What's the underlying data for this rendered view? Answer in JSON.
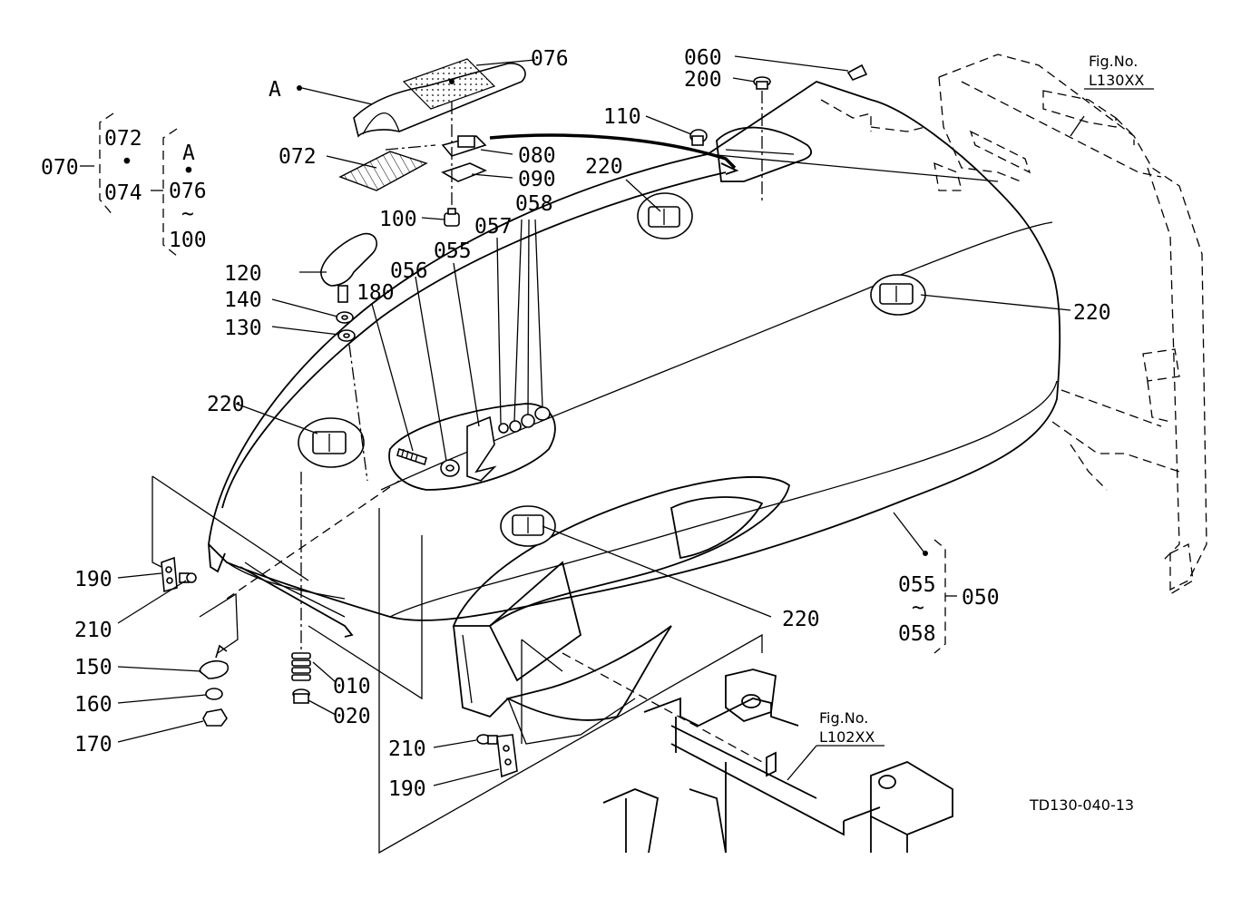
{
  "drawing_code": "TD130-040-13",
  "fig_refs": {
    "top_right": {
      "line1": "Fig.No.",
      "line2": "L130XX"
    },
    "bottom": {
      "line1": "Fig.No.",
      "line2": "L102XX"
    }
  },
  "group_070": {
    "main": "070",
    "sub_a": "072",
    "sub_dot": "•",
    "sub_b": "074",
    "right_a": "A",
    "right_dot": "•",
    "right_b": "076",
    "right_tilde": "~",
    "right_c": "100"
  },
  "group_050": {
    "main": "050",
    "from": "055",
    "tilde": "~",
    "to": "058"
  },
  "ref_a": "A",
  "labels": {
    "p076": "076",
    "p072": "072",
    "p080": "080",
    "p090": "090",
    "p100": "100",
    "p060": "060",
    "p200": "200",
    "p110": "110",
    "p220_top": "220",
    "p220_right": "220",
    "p220_left": "220",
    "p220_bottom": "220",
    "p057": "057",
    "p058": "058",
    "p055": "055",
    "p056": "056",
    "p180": "180",
    "p120": "120",
    "p140": "140",
    "p130": "130",
    "p190_left": "190",
    "p210_left": "210",
    "p150": "150",
    "p160": "160",
    "p170": "170",
    "p010": "010",
    "p020": "020",
    "p210_bottom": "210",
    "p190_bottom": "190"
  }
}
